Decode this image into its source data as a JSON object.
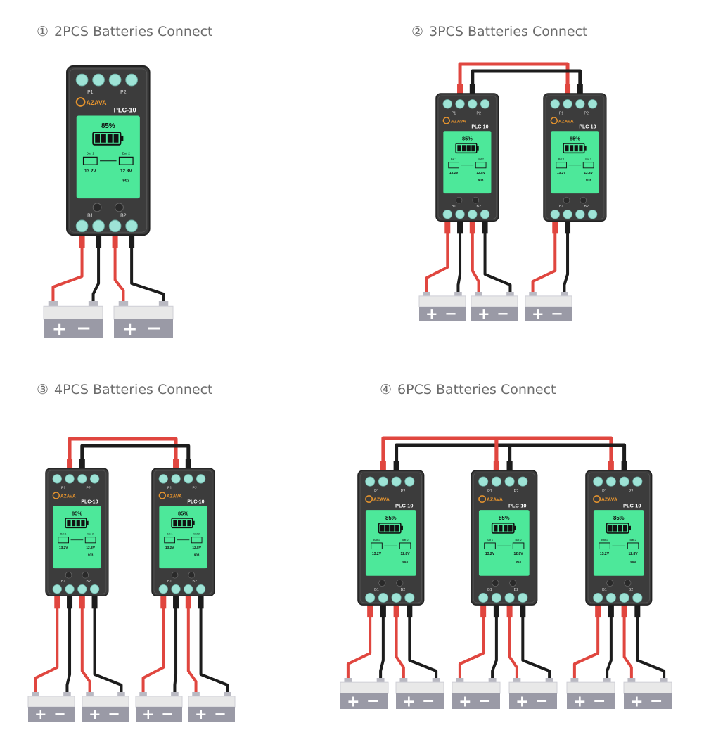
{
  "sections": [
    {
      "number": "①",
      "title": "2PCS Batteries Connect"
    },
    {
      "number": "②",
      "title": "3PCS Batteries Connect"
    },
    {
      "number": "③",
      "title": "4PCS Batteries Connect"
    },
    {
      "number": "④",
      "title": "6PCS Batteries Connect"
    }
  ],
  "device": {
    "brand": "AZAVA",
    "model": "PLC-10",
    "percent": "85%",
    "bat1_label": "Bat 1",
    "bat2_label": "Bat 2",
    "bat1_voltage": "13.2V",
    "bat2_voltage": "12.8V",
    "code": "903",
    "port_top_p1": "P1",
    "port_top_p2": "P2",
    "port_bottom_b1": "B1",
    "port_bottom_b2": "B2"
  },
  "battery": {
    "plus": "+",
    "minus": "−"
  },
  "colors": {
    "device_body": "#3c3c3c",
    "screen": "#4de89a",
    "wire_red": "#e0463f",
    "wire_black": "#1c1c1c",
    "terminal": "#9ee3d6",
    "battery_top": "#e8e8e8",
    "battery_bottom": "#9a9aa6",
    "caption": "#6b6b6b"
  }
}
